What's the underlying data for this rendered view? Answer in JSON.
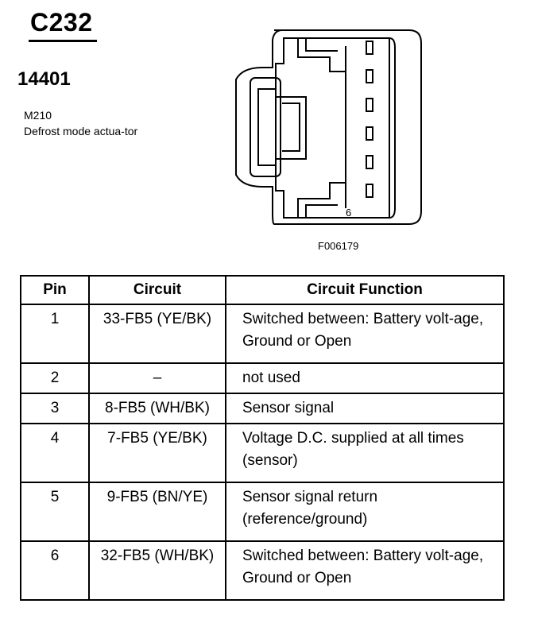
{
  "header": {
    "connector_id": "C232",
    "part_number": "14401",
    "component_code": "M210",
    "component_description": "Defrost mode actua-tor"
  },
  "figure": {
    "pin_marker": "6",
    "figure_id": "F006179"
  },
  "table": {
    "headers": {
      "pin": "Pin",
      "circuit": "Circuit",
      "function": "Circuit Function"
    },
    "rows": [
      {
        "pin": "1",
        "circuit": "33-FB5 (YE/BK)",
        "function": "Switched between: Battery volt-age, Ground or Open"
      },
      {
        "pin": "2",
        "circuit": "–",
        "function": "not used"
      },
      {
        "pin": "3",
        "circuit": "8-FB5 (WH/BK)",
        "function": "Sensor signal"
      },
      {
        "pin": "4",
        "circuit": "7-FB5 (YE/BK)",
        "function": "Voltage D.C. supplied at all times (sensor)"
      },
      {
        "pin": "5",
        "circuit": "9-FB5 (BN/YE)",
        "function": "Sensor signal return (reference/ground)"
      },
      {
        "pin": "6",
        "circuit": "32-FB5 (WH/BK)",
        "function": "Switched between: Battery volt-age, Ground or Open"
      }
    ]
  }
}
